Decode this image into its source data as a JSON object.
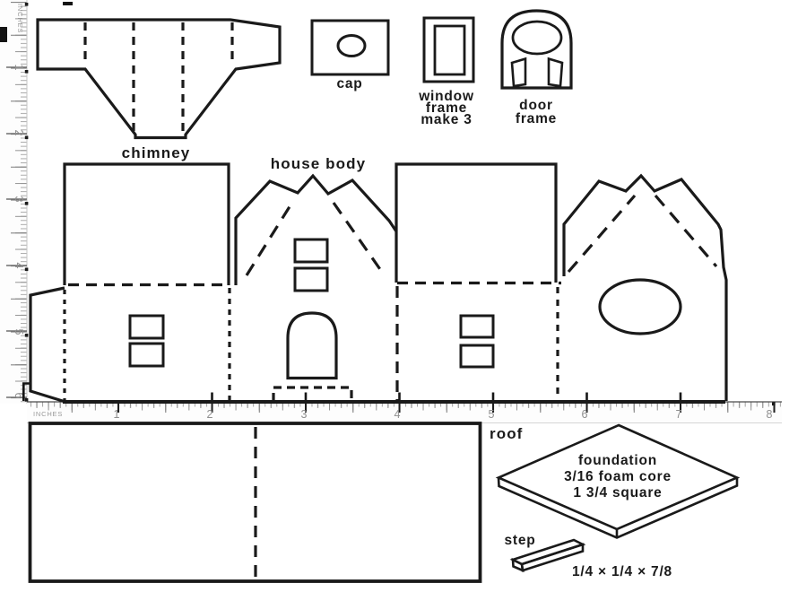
{
  "palette": {
    "ink": "#1a1a1a",
    "ruler_tick": "#9a9a9a",
    "ruler_text": "#8f8f8f",
    "bg": "#ffffff"
  },
  "pieces": {
    "chimney": {
      "label": "chimney"
    },
    "cap": {
      "label": "cap"
    },
    "window_frame": {
      "line1": "window",
      "line2": "frame",
      "line3": "make 3"
    },
    "door_frame": {
      "line1": "door",
      "line2": "frame"
    },
    "house_body": {
      "label": "house body"
    },
    "roof": {
      "label": "roof"
    },
    "foundation": {
      "line1": "foundation",
      "line2": "3/16 foam core",
      "line3": "1 3/4 square"
    },
    "step": {
      "label": "step",
      "dimensions": "1/4 × 1/4 × 7/8"
    }
  },
  "rulers": {
    "bottom": {
      "unit": "INCHES",
      "numbers": [
        "1",
        "2",
        "3",
        "4",
        "5",
        "6",
        "7",
        "8"
      ]
    },
    "left": {
      "unit": "INCHES",
      "numbers": [
        "1",
        "2",
        "3",
        "4",
        "5",
        "6"
      ]
    }
  }
}
